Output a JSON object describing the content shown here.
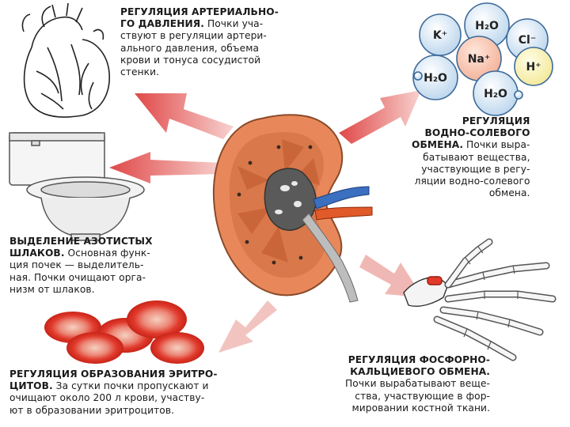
{
  "ions": [
    "K⁺",
    "H₂O",
    "Cl⁻",
    "Na⁺",
    "H⁺",
    "H₂O",
    "H₂O"
  ],
  "colors": {
    "arrow": "#e05050",
    "kidney_outer": "#e8885a",
    "kidney_inner": "#d06a3a",
    "blood_cell": "#e23a2a",
    "artery": "#e05a2a",
    "vein": "#3b6fc0"
  },
  "blocks": {
    "pressure": {
      "head": "РЕГУЛЯЦИЯ АРТЕРИАЛЬНО-\nГО ДАВЛЕНИЯ.",
      "body": " Почки уча-\nствуют в регуляции артери-\nального давления, объема\nкрови и тонуса сосудистой\nстенки."
    },
    "water_salt": {
      "head": "РЕГУЛЯЦИЯ\nВОДНО-СОЛЕВОГО\nОБМЕНА.",
      "body": " Почки выра-\nбатывают вещества,\nучаствующие в регу-\nляции водно-солевого\nобмена."
    },
    "excretion": {
      "head": "ВЫДЕЛЕНИЕ АЗОТИСТЫХ\nШЛАКОВ.",
      "body": " Основная функ-\nция почек — выделитель-\nная. Почки очищают орга-\nнизм от шлаков."
    },
    "erythro": {
      "head": "РЕГУЛЯЦИЯ ОБРАЗОВАНИЯ ЭРИТРО-\nЦИТОВ.",
      "body": " За сутки почки пропускают и\nочищают около 200 л крови, участву-\nют в образовании эритроцитов."
    },
    "phosphorus": {
      "head": "РЕГУЛЯЦИЯ ФОСФОРНО-\nКАЛЬЦИЕВОГО ОБМЕНА.",
      "body": "\nПочки вырабатывают веще-\nства, участвующие в фор-\nмировании костной ткани."
    }
  }
}
